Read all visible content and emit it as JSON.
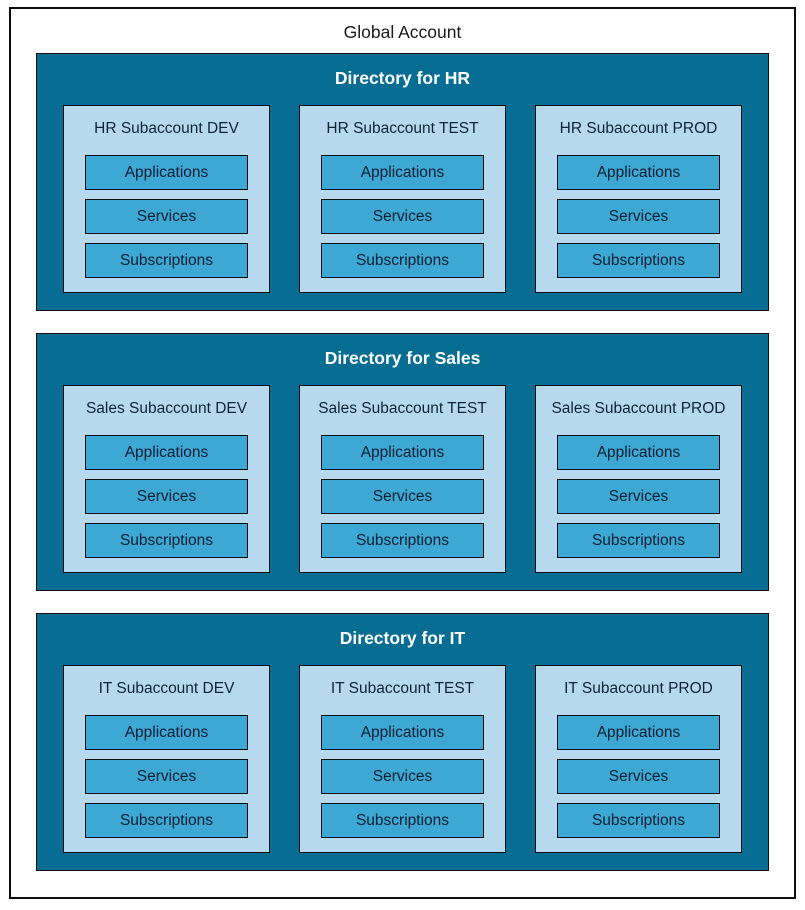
{
  "title": "Global Account",
  "colors": {
    "directory_band": "#076d93",
    "subaccount_card": "#b6d9ed",
    "item_box": "#3ea8d4",
    "band_title_text": "#ffffff",
    "body_text": "#0a1f33",
    "border": "#0d0d0d"
  },
  "directories": [
    {
      "label": "Directory for HR",
      "subaccounts": [
        {
          "label": "HR Subaccount DEV",
          "items": [
            "Applications",
            "Services",
            "Subscriptions"
          ]
        },
        {
          "label": "HR Subaccount TEST",
          "items": [
            "Applications",
            "Services",
            "Subscriptions"
          ]
        },
        {
          "label": "HR Subaccount PROD",
          "items": [
            "Applications",
            "Services",
            "Subscriptions"
          ]
        }
      ]
    },
    {
      "label": "Directory for Sales",
      "subaccounts": [
        {
          "label": "Sales Subaccount DEV",
          "items": [
            "Applications",
            "Services",
            "Subscriptions"
          ]
        },
        {
          "label": "Sales Subaccount TEST",
          "items": [
            "Applications",
            "Services",
            "Subscriptions"
          ]
        },
        {
          "label": "Sales Subaccount PROD",
          "items": [
            "Applications",
            "Services",
            "Subscriptions"
          ]
        }
      ]
    },
    {
      "label": "Directory for IT",
      "subaccounts": [
        {
          "label": "IT Subaccount DEV",
          "items": [
            "Applications",
            "Services",
            "Subscriptions"
          ]
        },
        {
          "label": "IT Subaccount TEST",
          "items": [
            "Applications",
            "Services",
            "Subscriptions"
          ]
        },
        {
          "label": "IT Subaccount PROD",
          "items": [
            "Applications",
            "Services",
            "Subscriptions"
          ]
        }
      ]
    }
  ]
}
